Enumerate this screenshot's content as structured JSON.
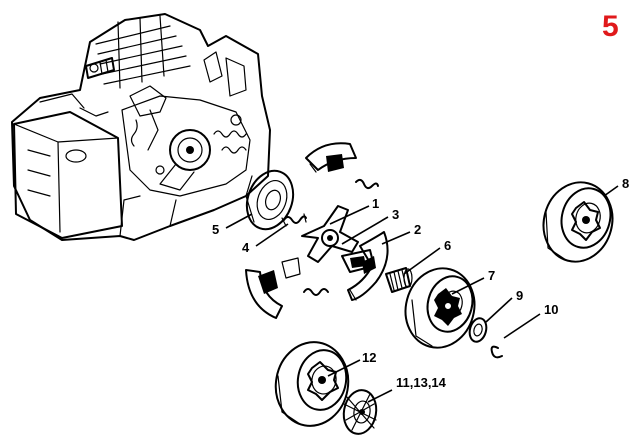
{
  "page_number": "5",
  "accent_color": "#e0191b",
  "callouts": {
    "c1": "1",
    "c2": "2",
    "c3": "3",
    "c4": "4",
    "c5": "5",
    "c6": "6",
    "c7": "7",
    "c8": "8",
    "c9": "9",
    "c10": "10",
    "c12": "12",
    "c11_13_14": "11,13,14"
  }
}
